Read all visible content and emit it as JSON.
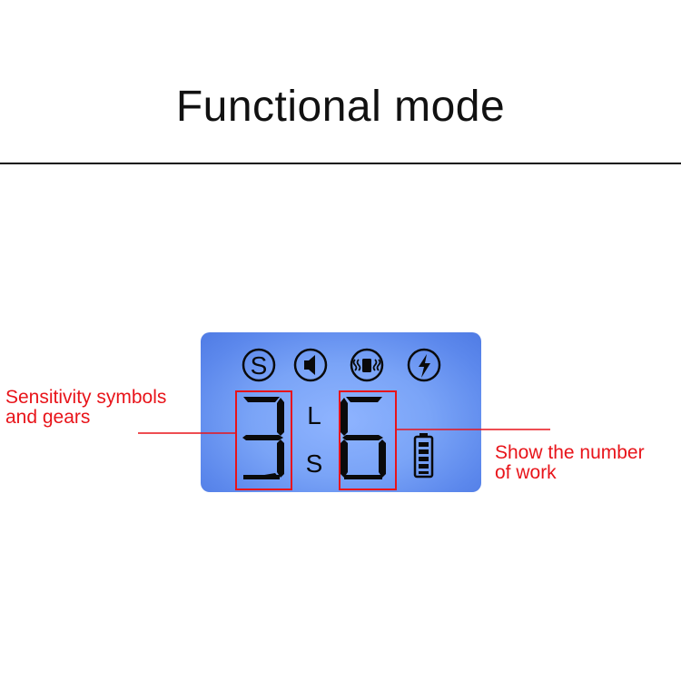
{
  "title": "Functional mode",
  "display": {
    "icons": [
      "sensitivity-icon",
      "speaker-icon",
      "vibration-icon",
      "lightning-icon"
    ],
    "icon_letter": "S",
    "left_digit": "3",
    "right_digit": "6",
    "gear_labels": [
      "L",
      "S"
    ],
    "battery_icon": "battery-icon",
    "background_color": "#7aa4f7",
    "segment_color": "#0a0a0a"
  },
  "callouts": {
    "left_line1": "Sensitivity symbols",
    "left_line2": "and gears",
    "right_line1": "Show the number",
    "right_line2": "of work",
    "color": "#e8141a"
  }
}
